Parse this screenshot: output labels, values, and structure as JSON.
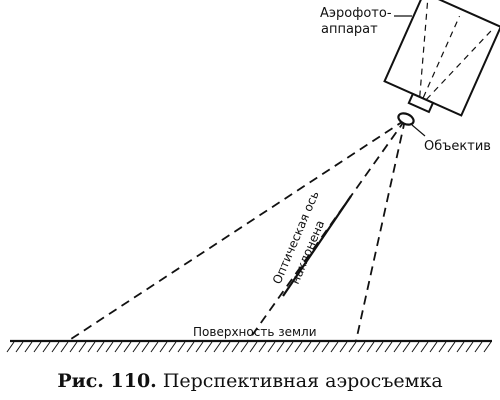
{
  "labels": {
    "camera_line1": "Аэрофото-",
    "camera_line2": "аппарат",
    "lens": "Объектив",
    "axis_line1": "Оптическая ось",
    "axis_line2": "наклонена",
    "ground": "Поверхность земли"
  },
  "caption": {
    "number": "Рис. 110.",
    "text": "Перспективная аэросъемка"
  },
  "colors": {
    "ink": "#111111",
    "paper": "#ffffff"
  }
}
